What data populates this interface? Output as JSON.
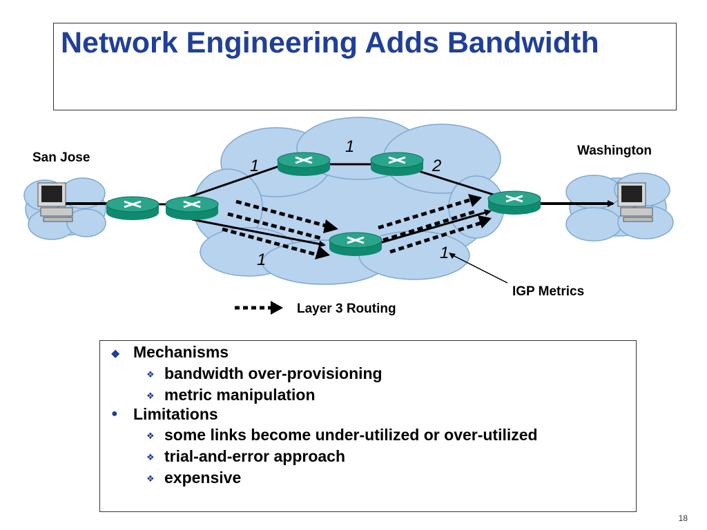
{
  "slide": {
    "title": "Network Engineering Adds Bandwidth",
    "page_number": "18"
  },
  "diagram": {
    "labels": {
      "san_jose": "San Jose",
      "washington": "Washington",
      "igp_metrics": "IGP Metrics",
      "legend": "Layer 3 Routing"
    },
    "metrics": {
      "top_left": "1",
      "top_middle": "1",
      "top_right": "2",
      "bottom_left": "1",
      "bottom_right": "1"
    }
  },
  "bullets": {
    "mechanisms": {
      "heading": "Mechanisms",
      "items": [
        "bandwidth over-provisioning",
        "metric manipulation"
      ]
    },
    "limitations": {
      "heading": "Limitations",
      "items": [
        "some links become under-utilized or over-utilized",
        "trial-and-error approach",
        "expensive"
      ]
    }
  },
  "colors": {
    "title": "#1f3f99",
    "cloud": "#b7d3ee",
    "router_top": "#2aa58c",
    "router_side": "#0f8a6f"
  }
}
